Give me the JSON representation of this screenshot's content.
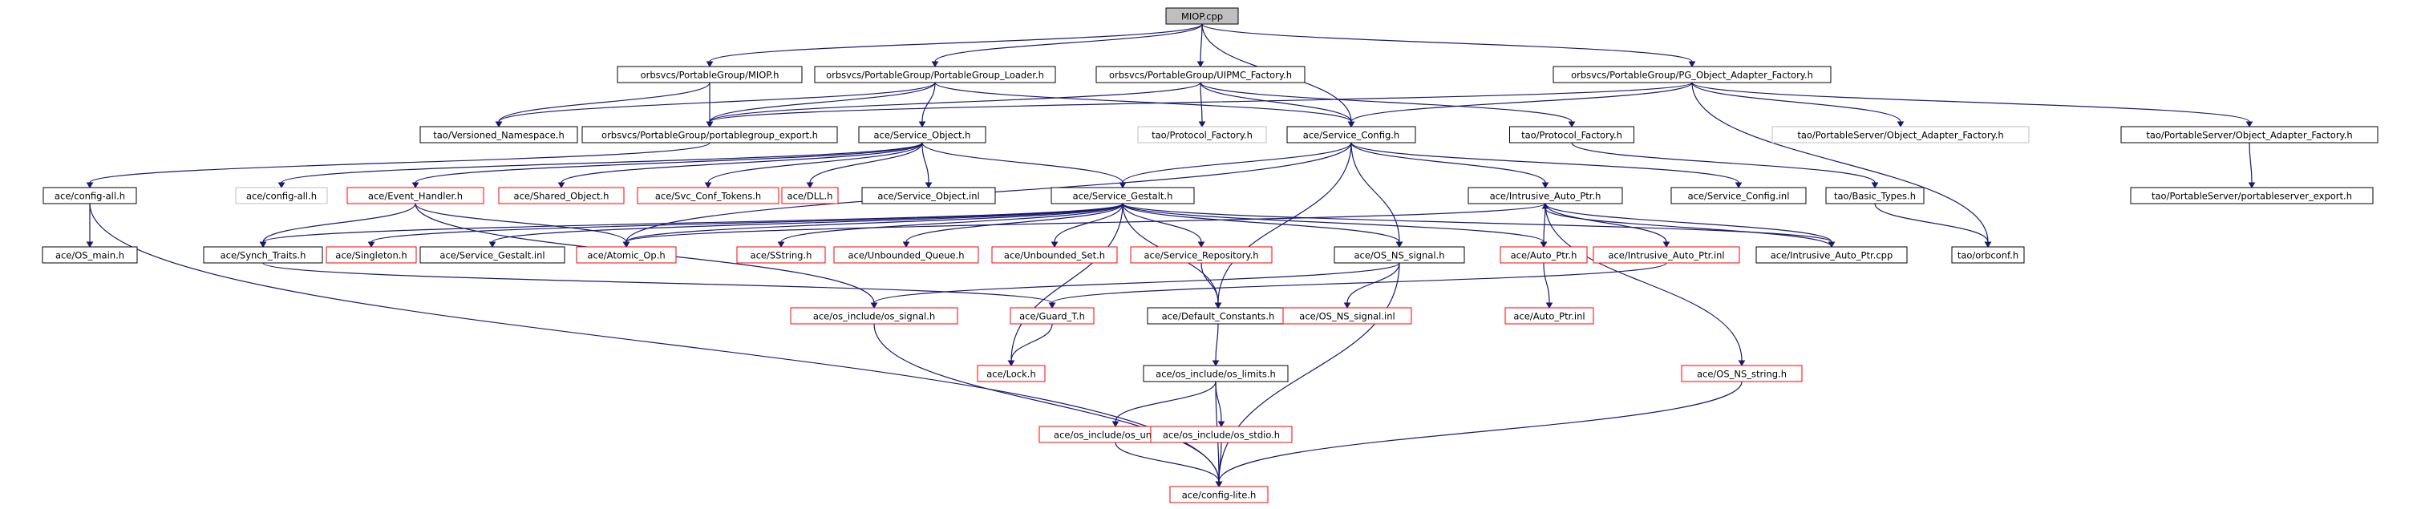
{
  "nodes": [
    {
      "id": "n0",
      "label": "MIOP.cpp",
      "style": "root"
    },
    {
      "id": "n1",
      "label": "orbsvcs/PortableGroup/MIOP.h",
      "style": "normal"
    },
    {
      "id": "n2",
      "label": "orbsvcs/PortableGroup/PortableGroup_Loader.h",
      "style": "normal"
    },
    {
      "id": "n3",
      "label": "orbsvcs/PortableGroup/UIPMC_Factory.h",
      "style": "normal"
    },
    {
      "id": "n4",
      "label": "orbsvcs/PortableGroup/PG_Object_Adapter_Factory.h",
      "style": "normal"
    },
    {
      "id": "n5",
      "label": "tao/Versioned_Namespace.h",
      "style": "normal"
    },
    {
      "id": "n6",
      "label": "orbsvcs/PortableGroup/portablegroup_export.h",
      "style": "normal"
    },
    {
      "id": "n7",
      "label": "ace/Service_Object.h",
      "style": "normal"
    },
    {
      "id": "n8",
      "label": "tao/Protocol_Factory.h",
      "style": "gray"
    },
    {
      "id": "n9",
      "label": "ace/Service_Config.h",
      "style": "normal"
    },
    {
      "id": "n10",
      "label": "tao/Protocol_Factory.h",
      "style": "normal"
    },
    {
      "id": "n11",
      "label": "tao/PortableServer/Object_Adapter_Factory.h",
      "style": "gray"
    },
    {
      "id": "n12",
      "label": "tao/PortableServer/Object_Adapter_Factory.h",
      "style": "normal"
    },
    {
      "id": "n13",
      "label": "ace/config-all.h",
      "style": "normal"
    },
    {
      "id": "n14",
      "label": "ace/config-all.h",
      "style": "gray"
    },
    {
      "id": "n15",
      "label": "ace/Event_Handler.h",
      "style": "red"
    },
    {
      "id": "n16",
      "label": "ace/Shared_Object.h",
      "style": "red"
    },
    {
      "id": "n17",
      "label": "ace/Svc_Conf_Tokens.h",
      "style": "red"
    },
    {
      "id": "n18",
      "label": "ace/DLL.h",
      "style": "red"
    },
    {
      "id": "n19",
      "label": "ace/Service_Object.inl",
      "style": "normal"
    },
    {
      "id": "n20",
      "label": "ace/Service_Gestalt.h",
      "style": "normal"
    },
    {
      "id": "n21",
      "label": "ace/Intrusive_Auto_Ptr.h",
      "style": "normal"
    },
    {
      "id": "n22",
      "label": "ace/Service_Config.inl",
      "style": "normal"
    },
    {
      "id": "n23",
      "label": "tao/Basic_Types.h",
      "style": "normal"
    },
    {
      "id": "n24",
      "label": "tao/PortableServer/portableserver_export.h",
      "style": "normal"
    },
    {
      "id": "n25",
      "label": "ace/OS_main.h",
      "style": "normal"
    },
    {
      "id": "n26",
      "label": "ace/Synch_Traits.h",
      "style": "normal"
    },
    {
      "id": "n27",
      "label": "ace/Singleton.h",
      "style": "red"
    },
    {
      "id": "n28",
      "label": "ace/Service_Gestalt.inl",
      "style": "normal"
    },
    {
      "id": "n29",
      "label": "ace/Atomic_Op.h",
      "style": "red"
    },
    {
      "id": "n30",
      "label": "ace/SString.h",
      "style": "red"
    },
    {
      "id": "n31",
      "label": "ace/Unbounded_Queue.h",
      "style": "red"
    },
    {
      "id": "n32",
      "label": "ace/Unbounded_Set.h",
      "style": "red"
    },
    {
      "id": "n33",
      "label": "ace/Service_Repository.h",
      "style": "red"
    },
    {
      "id": "n34",
      "label": "ace/OS_NS_signal.h",
      "style": "normal"
    },
    {
      "id": "n35",
      "label": "ace/Auto_Ptr.h",
      "style": "red"
    },
    {
      "id": "n36",
      "label": "ace/Intrusive_Auto_Ptr.inl",
      "style": "red"
    },
    {
      "id": "n37",
      "label": "ace/Intrusive_Auto_Ptr.cpp",
      "style": "normal"
    },
    {
      "id": "n38",
      "label": "tao/orbconf.h",
      "style": "normal"
    },
    {
      "id": "n39",
      "label": "ace/os_include/os_signal.h",
      "style": "red"
    },
    {
      "id": "n40",
      "label": "ace/Guard_T.h",
      "style": "red"
    },
    {
      "id": "n41",
      "label": "ace/Default_Constants.h",
      "style": "normal"
    },
    {
      "id": "n42",
      "label": "ace/OS_NS_signal.inl",
      "style": "red"
    },
    {
      "id": "n43",
      "label": "ace/Auto_Ptr.inl",
      "style": "red"
    },
    {
      "id": "n44",
      "label": "ace/Lock.h",
      "style": "red"
    },
    {
      "id": "n45",
      "label": "ace/os_include/os_limits.h",
      "style": "normal"
    },
    {
      "id": "n46",
      "label": "ace/OS_NS_string.h",
      "style": "red"
    },
    {
      "id": "n47",
      "label": "ace/os_include/os_unistd.h",
      "style": "red"
    },
    {
      "id": "n48",
      "label": "ace/os_include/os_stdio.h",
      "style": "red"
    },
    {
      "id": "n49",
      "label": "ace/config-lite.h",
      "style": "red"
    }
  ],
  "edges": [
    [
      "n0",
      "n1"
    ],
    [
      "n0",
      "n2"
    ],
    [
      "n0",
      "n3"
    ],
    [
      "n0",
      "n4"
    ],
    [
      "n0",
      "n9"
    ],
    [
      "n1",
      "n5"
    ],
    [
      "n1",
      "n6"
    ],
    [
      "n2",
      "n5"
    ],
    [
      "n2",
      "n6"
    ],
    [
      "n2",
      "n7"
    ],
    [
      "n2",
      "n9"
    ],
    [
      "n3",
      "n6"
    ],
    [
      "n3",
      "n8"
    ],
    [
      "n3",
      "n9"
    ],
    [
      "n3",
      "n10"
    ],
    [
      "n4",
      "n6"
    ],
    [
      "n4",
      "n9"
    ],
    [
      "n4",
      "n11"
    ],
    [
      "n4",
      "n12"
    ],
    [
      "n4",
      "n38"
    ],
    [
      "n6",
      "n13"
    ],
    [
      "n7",
      "n14"
    ],
    [
      "n7",
      "n15"
    ],
    [
      "n7",
      "n16"
    ],
    [
      "n7",
      "n17"
    ],
    [
      "n7",
      "n18"
    ],
    [
      "n7",
      "n19"
    ],
    [
      "n7",
      "n20"
    ],
    [
      "n9",
      "n20"
    ],
    [
      "n9",
      "n21"
    ],
    [
      "n9",
      "n22"
    ],
    [
      "n9",
      "n34"
    ],
    [
      "n9",
      "n41"
    ],
    [
      "n9",
      "n29"
    ],
    [
      "n10",
      "n23"
    ],
    [
      "n12",
      "n24"
    ],
    [
      "n23",
      "n38"
    ],
    [
      "n13",
      "n25"
    ],
    [
      "n13",
      "n49"
    ],
    [
      "n15",
      "n26"
    ],
    [
      "n15",
      "n29"
    ],
    [
      "n15",
      "n39"
    ],
    [
      "n20",
      "n26"
    ],
    [
      "n20",
      "n27"
    ],
    [
      "n20",
      "n28"
    ],
    [
      "n20",
      "n29"
    ],
    [
      "n20",
      "n30"
    ],
    [
      "n20",
      "n31"
    ],
    [
      "n20",
      "n32"
    ],
    [
      "n20",
      "n33"
    ],
    [
      "n20",
      "n34"
    ],
    [
      "n20",
      "n35"
    ],
    [
      "n20",
      "n41"
    ],
    [
      "n20",
      "n44"
    ],
    [
      "n20",
      "n37"
    ],
    [
      "n21",
      "n35"
    ],
    [
      "n21",
      "n36"
    ],
    [
      "n21",
      "n37"
    ],
    [
      "n21",
      "n29"
    ],
    [
      "n21",
      "n46"
    ],
    [
      "n26",
      "n40"
    ],
    [
      "n33",
      "n41"
    ],
    [
      "n34",
      "n39"
    ],
    [
      "n34",
      "n42"
    ],
    [
      "n34",
      "n49"
    ],
    [
      "n35",
      "n43"
    ],
    [
      "n36",
      "n40"
    ],
    [
      "n39",
      "n49"
    ],
    [
      "n40",
      "n44"
    ],
    [
      "n41",
      "n45"
    ],
    [
      "n45",
      "n47"
    ],
    [
      "n45",
      "n48"
    ],
    [
      "n45",
      "n49"
    ],
    [
      "n47",
      "n49"
    ],
    [
      "n48",
      "n49"
    ],
    [
      "n46",
      "n49"
    ],
    [
      "n37",
      "n21"
    ]
  ]
}
